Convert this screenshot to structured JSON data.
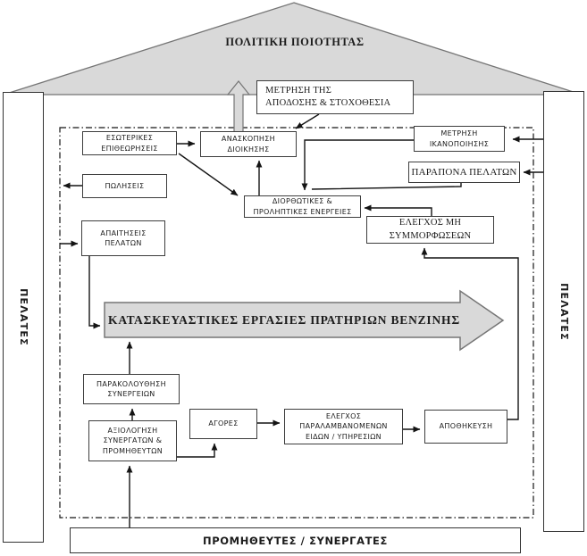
{
  "diagram": {
    "roof_label": "ΠΟΛΙΤΙΚΗ ΠΟΙΟΤΗΤΑΣ",
    "left_bar_label": "ΠΕΛΑΤΕΣ",
    "right_bar_label": "ΠΕΛΑΤΕΣ",
    "bottom_bar_label": "ΠΡΟΜΗΘΕΥΤΕΣ / ΣΥΝΕΡΓΑΤΕΣ",
    "main_process_arrow_label": "ΚΑΤΑΣΚΕΥΑΣΤΙΚΕΣ ΕΡΓΑΣΙΕΣ ΠΡΑΤΗΡΙΩΝ ΒΕΝΖΙΝΗΣ",
    "boxes": {
      "metrisi_apodosis": "ΜΕΤΡΗΣΗ ΤΗΣ\nΑΠΟΔΟΣΗΣ & ΣΤΟΧΟΘΕΣΙΑ",
      "esoterikes_epitheoriseis": "ΕΣΩΤΕΡΙΚΕΣ\nΕΠΙΘΕΩΡΗΣΕΙΣ",
      "anaskopisi_dioikisis": "ΑΝΑΣΚΟΠΗΣΗ\nΔΙΟΙΚΗΣΗΣ",
      "metrisi_ikanopoiisis": "ΜΕΤΡΗΣΗ\nΙΚΑΝΟΠΟΙΗΣΗΣ",
      "parapona_pelaton": "ΠΑΡΑΠΟΝΑ ΠΕΛΑΤΩΝ",
      "poliseis": "ΠΩΛΗΣΕΙΣ",
      "diorthotikes_energeies": "ΔΙΟΡΘΩΤΙΚΕΣ &\nΠΡΟΛΗΠΤΙΚΕΣ ΕΝΕΡΓΕΙΕΣ",
      "apaitiseis_pelaton": "ΑΠΑΙΤΗΣΕΙΣ\nΠΕΛΑΤΩΝ",
      "elegxos_mi_symmorfoseon": "ΕΛΕΓΧΟΣ ΜΗ\nΣΥΜΜΟΡΦΩΣΕΩΝ",
      "parakolouthisi_synergeion": "ΠΑΡΑΚΟΛΟΥΘΗΣΗ\nΣΥΝΕΡΓΕΙΩΝ",
      "axiologisi_synergaton": "ΑΞΙΟΛΟΓΗΣΗ\nΣΥΝΕΡΓΑΤΩΝ &\nΠΡΟΜΗΘΕΥΤΩΝ",
      "agores": "ΑΓΟΡΕΣ",
      "elegxos_paralamvanomenon": "ΕΛΕΓΧΟΣ\nΠΑΡΑΛΑΜΒΑΝΟΜΕΝΩΝ\nΕΙΔΩΝ / ΥΠΗΡΕΣΙΩΝ",
      "apothikefsi": "ΑΠΟΘΗΚΕΥΣΗ"
    }
  },
  "colors": {
    "shape_fill": "#d9d9d9",
    "shape_stroke": "#757575",
    "box_border": "#3d3d3d",
    "connector_line": "#141414"
  }
}
